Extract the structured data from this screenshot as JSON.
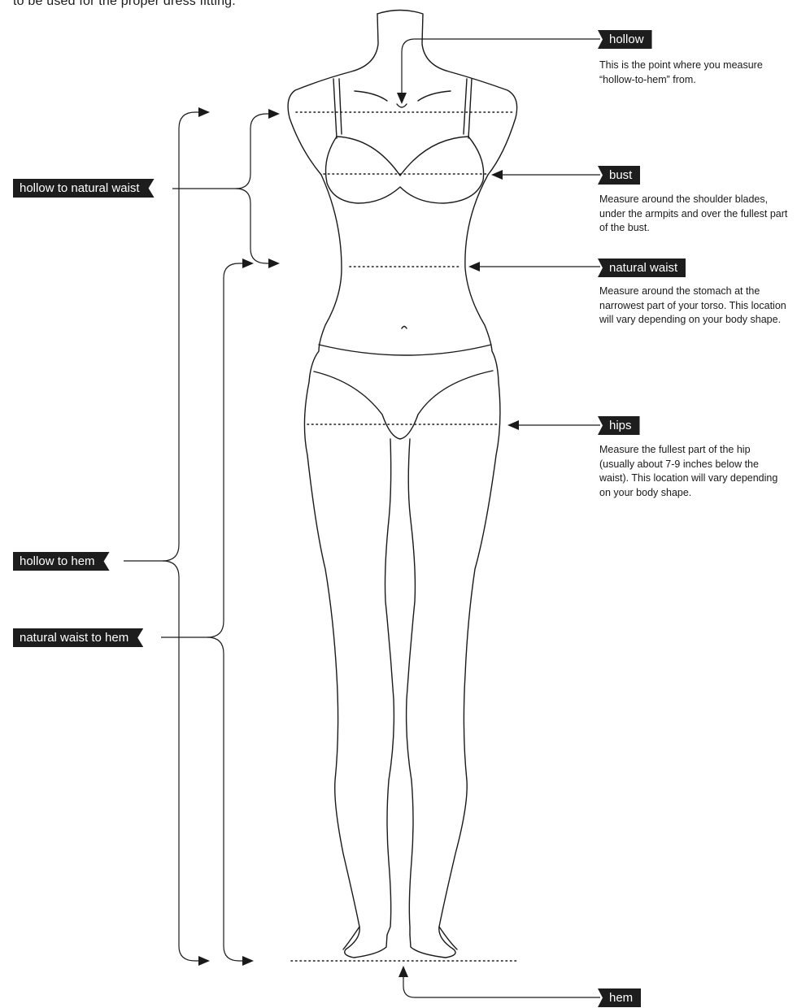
{
  "intro": "to be used for the proper dress fitting.",
  "left_labels": {
    "hollow_to_natural_waist": "hollow to natural waist",
    "hollow_to_hem": "hollow to hem",
    "natural_waist_to_hem": "natural waist to hem"
  },
  "right_labels": {
    "hollow": {
      "label": "hollow",
      "desc": "This  is the point where you measure “hollow-to-hem” from."
    },
    "bust": {
      "label": "bust",
      "desc": "Measure around the shoulder blades, under the armpits and over the fullest part of the bust."
    },
    "natural_waist": {
      "label": "natural waist",
      "desc": "Measure around the stomach at the narrowest part of your torso. This location will vary depending on your body shape."
    },
    "hips": {
      "label": "hips",
      "desc": "Measure the fullest part of the hip (usually about 7-9 inches below the waist). This location will vary depending on your body shape."
    },
    "hem": {
      "label": "hem"
    }
  },
  "colors": {
    "ink": "#1a1a1a",
    "label_bg": "#1d1d1d",
    "label_text": "#ffffff"
  }
}
